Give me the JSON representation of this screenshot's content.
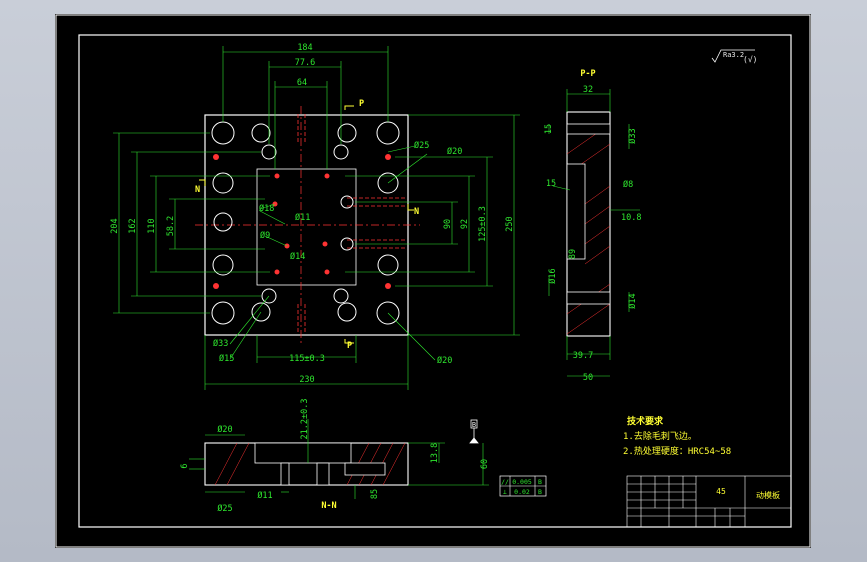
{
  "main_view": {
    "dims": {
      "d184": "184",
      "d77": "77.6",
      "d64": "64",
      "d204": "204",
      "d162": "162",
      "d110": "110",
      "d58": "58.2",
      "d90": "90",
      "d92": "92",
      "d125": "125±0.3",
      "d250": "250",
      "d115": "115±0.3",
      "d230": "230"
    },
    "callouts": {
      "o25": "Ø25",
      "o20a": "Ø20",
      "o18": "Ø18",
      "o11": "Ø11",
      "o9": "Ø9",
      "o14": "Ø14",
      "o33": "Ø33",
      "o15": "Ø15",
      "o20b": "Ø20"
    },
    "section_marks": {
      "p_top": "P",
      "p_bottom": "P",
      "n_left": "N",
      "n_right": "N"
    }
  },
  "section_pp": {
    "title": "P-P",
    "dims": {
      "d32": "32",
      "d15a": "15",
      "d33": "Ø33",
      "d15b": "15",
      "d8": "Ø8",
      "d108": "10.8",
      "d16": "Ø16",
      "d89": "89",
      "d14": "Ø14",
      "d397": "39.7",
      "d50": "50"
    }
  },
  "section_nn": {
    "title": "N-N",
    "dims": {
      "o20": "Ø20",
      "o25": "Ø25",
      "o11": "Ø11",
      "d6": "6",
      "d21": "21.2±0.3",
      "d138": "13.8",
      "d60": "60",
      "d85": "85"
    },
    "datum": "B"
  },
  "surface_roughness": {
    "value": "Ra3.2",
    "suffix": "(√)"
  },
  "tolerance_frame": {
    "row1_sym": "//",
    "row1_val": "0.005",
    "row1_ref": "B",
    "row2_sym": "⊥",
    "row2_val": "0.02",
    "row2_ref": "B"
  },
  "requirements": {
    "title": "技术要求",
    "line1": "1.去除毛刺飞边。",
    "line2": "2.热处理硬度：HRC54~58"
  },
  "title_block": {
    "part_name": "动模板",
    "material": "45"
  }
}
